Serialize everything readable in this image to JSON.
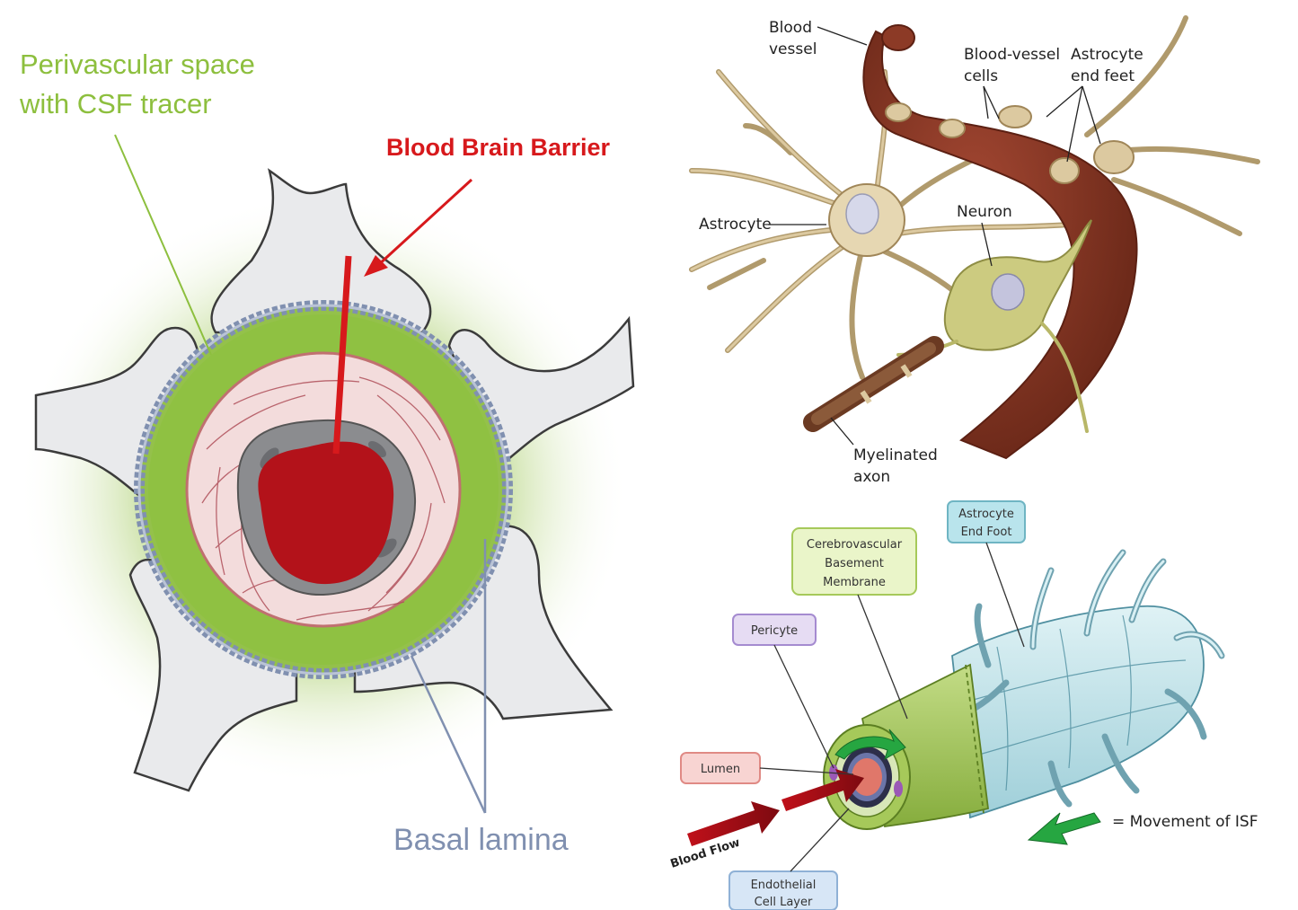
{
  "left_panel": {
    "perivascular_line1": "Perivascular space",
    "perivascular_line2": "with CSF tracer",
    "bbb": "Blood Brain Barrier",
    "basal_lamina": "Basal lamina"
  },
  "top_right": {
    "blood_vessel_1": "Blood",
    "blood_vessel_2": "vessel",
    "blood_vessel_cells_1": "Blood-vessel",
    "blood_vessel_cells_2": "cells",
    "astro_endfeet_1": "Astrocyte",
    "astro_endfeet_2": "end feet",
    "astrocyte": "Astrocyte",
    "neuron": "Neuron",
    "myelinated_1": "Myelinated",
    "myelinated_2": "axon"
  },
  "bottom_right": {
    "astro_endfoot_1": "Astrocyte",
    "astro_endfoot_2": "End Foot",
    "cbm_1": "Cerebrovascular",
    "cbm_2": "Basement",
    "cbm_3": "Membrane",
    "pericyte": "Pericyte",
    "lumen": "Lumen",
    "blood_flow": "Blood Flow",
    "endo_1": "Endothelial",
    "endo_2": "Cell Layer",
    "legend": "= Movement of ISF"
  },
  "colors": {
    "csf_green": "#8dbf3e",
    "bbb_red": "#d7191c",
    "lumen_red": "#b3121a",
    "basal_blue": "#8090b0",
    "vessel_brown": "#8c3a26",
    "astro_tan": "#dcc9a0",
    "neuron_olive": "#c9c97a",
    "tube_green": "#a6c95a",
    "tube_cyan": "#bfe3ea"
  }
}
